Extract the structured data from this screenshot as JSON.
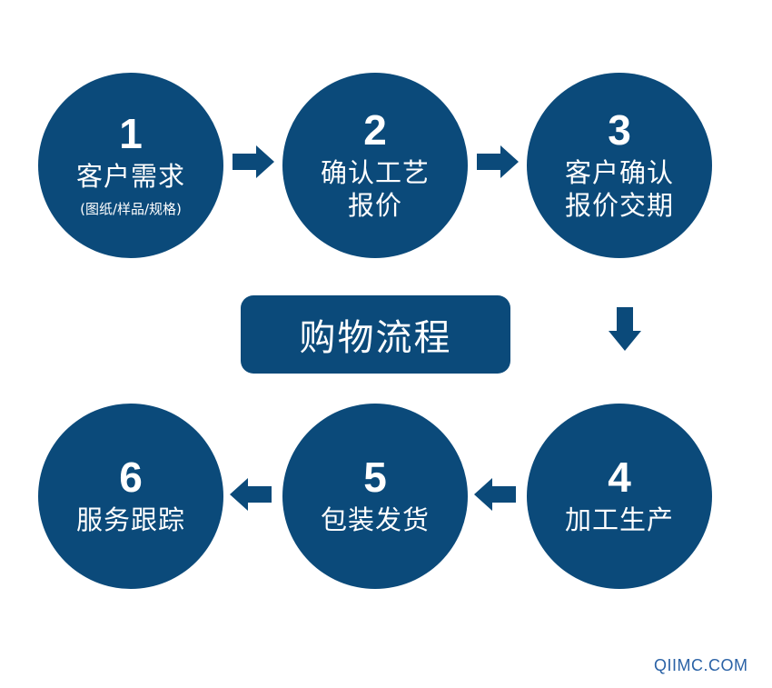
{
  "diagram": {
    "title": "购物流程",
    "steps": [
      {
        "number": "1",
        "lines": [
          "客户需求"
        ],
        "note": "(图纸/样品/规格)"
      },
      {
        "number": "2",
        "lines": [
          "确认工艺",
          "报价"
        ]
      },
      {
        "number": "3",
        "lines": [
          "客户确认",
          "报价交期"
        ]
      },
      {
        "number": "4",
        "lines": [
          "加工生产"
        ]
      },
      {
        "number": "5",
        "lines": [
          "包装发货"
        ]
      },
      {
        "number": "6",
        "lines": [
          "服务跟踪"
        ]
      }
    ]
  },
  "watermark": "QIIMC.COM",
  "colors": {
    "circle_fill": "#0b4a7a",
    "text": "#ffffff",
    "watermark": "#2a62a6"
  }
}
